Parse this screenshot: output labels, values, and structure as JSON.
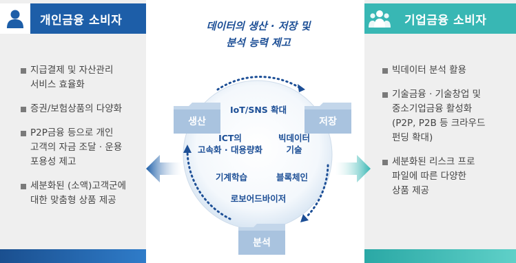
{
  "center": {
    "title_line1": "데이터의 생산 · 저장 및",
    "title_line2": "분석 능력 제고"
  },
  "left_panel": {
    "title": "개인금융 소비자",
    "icon": "person-icon",
    "items": [
      [
        "지급결제 및 자산관리",
        "서비스 효율화"
      ],
      [
        "증권/보험상품의 다양화"
      ],
      [
        "P2P금융 등으로 개인",
        "고객의 자금 조달 · 운용",
        "포용성 제고"
      ],
      [
        "세분화된 (소액)고객군에",
        "대한 맞춤형 상품 제공"
      ]
    ]
  },
  "right_panel": {
    "title": "기업금융 소비자",
    "icon": "group-icon",
    "items": [
      [
        "빅데이터 분석 활용"
      ],
      [
        "기술금융 · 기술창업 및",
        "중소기업금융 활성화",
        "(P2P, P2B 등 크라우드",
        "펀딩 확대)"
      ],
      [
        "세분화된 리스크 프로",
        "파일에 따른 다양한",
        "상품 제공"
      ]
    ]
  },
  "folders": {
    "produce": "생산",
    "store": "저장",
    "analyze": "분석"
  },
  "technologies": {
    "iot": "IoT/SNS 확대",
    "ict_1": "ICT의",
    "ict_2": "고속화 · 대용량화",
    "bigdata_1": "빅데이터",
    "bigdata_2": "기술",
    "ml": "기계학습",
    "blockchain": "블록체인",
    "robo": "로보어드바이저"
  },
  "colors": {
    "left_accent": "#1d5ea8",
    "right_accent": "#38b7b4",
    "title_blue": "#1d4f96",
    "folder": "#a9c3df"
  }
}
